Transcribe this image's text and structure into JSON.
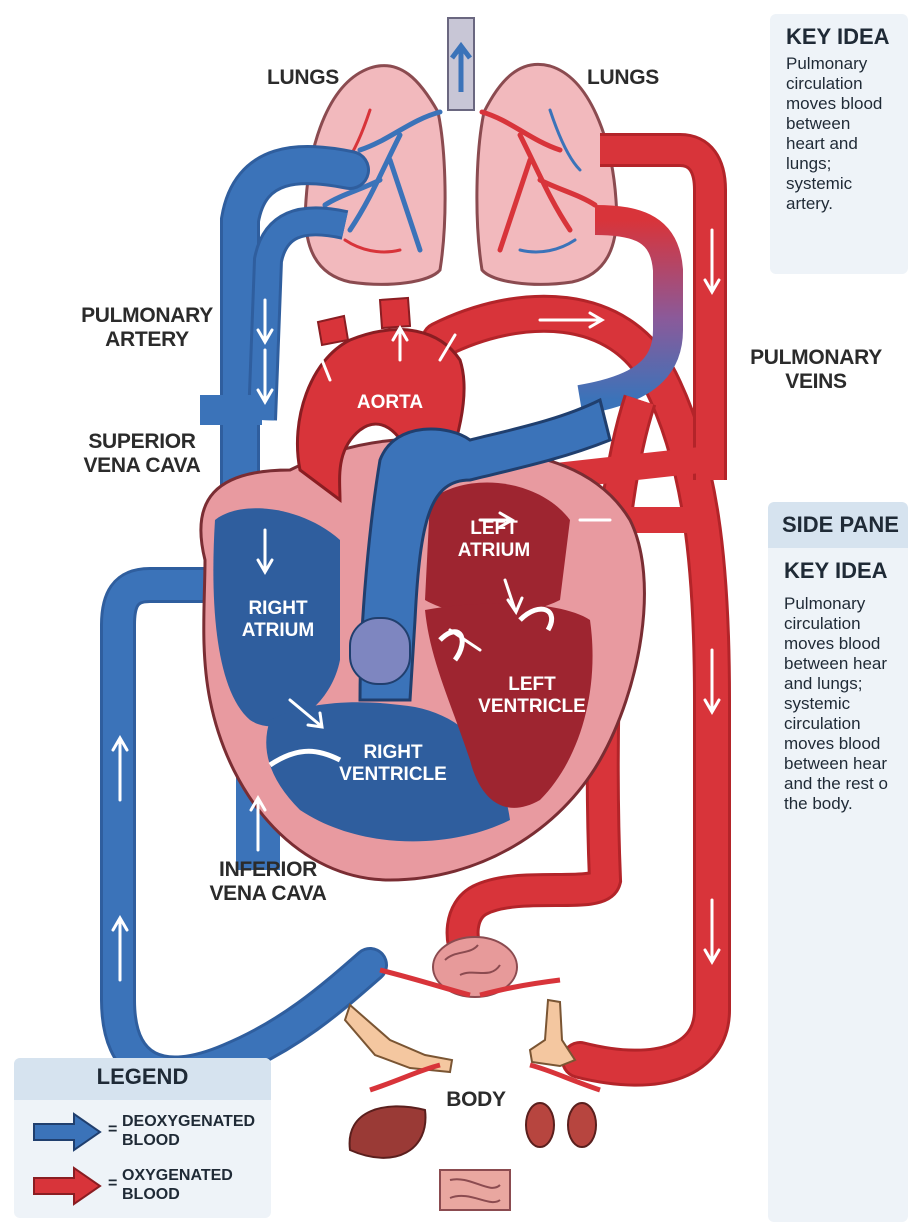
{
  "labels": {
    "lungs_left": "LUNGS",
    "lungs_right": "LUNGS",
    "pulmonary_artery": "PULMONARY\nARTERY",
    "superior_vena_cava": "SUPERIOR\nVENA CAVA",
    "pulmonary_veins": "PULMONARY\nVEINS",
    "aorta": "AORTA",
    "left_atrium": "LEFT\nATRIUM",
    "right_atrium": "RIGHT\nATRIUM",
    "left_ventricle": "LEFT\nVENTRICLE",
    "right_ventricle": "RIGHT\nVENTRICLE",
    "inferior_vena_cava": "INFERIOR\nVENA CAVA",
    "body": "BODY"
  },
  "key_idea_top": {
    "title": "KEY IDEA",
    "text": "Pulmonary\ncirculation\nmoves blood\nbetween\nheart and\nlungs;\nsystemic\nartery."
  },
  "side_panel": {
    "header": "SIDE PANE",
    "title": "KEY IDEA",
    "text": "Pulmonary\ncirculation\nmoves blood\nbetween hear\nand lungs;\nsystemic\ncirculation\nmoves blood\nbetween hear\nand the rest o\nthe body."
  },
  "legend": {
    "title": "LEGEND",
    "items": [
      {
        "label": "DEOXYGENATED\nBLOOD",
        "color": "#3b73b9"
      },
      {
        "label": "OXYGENATED\nBLOOD",
        "color": "#d8343a"
      }
    ]
  },
  "colors": {
    "deoxygenated": "#3b73b9",
    "oxygenated": "#d8343a",
    "heart_outer": "#e89aa0",
    "lung": "#f2b9bd"
  }
}
